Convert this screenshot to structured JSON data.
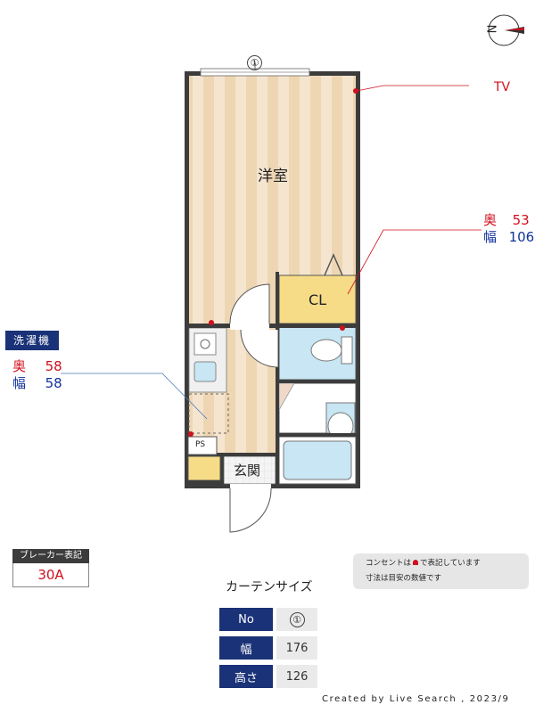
{
  "compass": {
    "label": "N",
    "icon": "compass-icon"
  },
  "window_marker": "①",
  "rooms": {
    "western": "洋室",
    "closet": "CL",
    "entrance": "玄関",
    "ps": "PS"
  },
  "tv_label": "TV",
  "closet_dims": {
    "depth_label": "奥",
    "depth_value": "53",
    "width_label": "幅",
    "width_value": "106"
  },
  "washer": {
    "title": "洗濯機",
    "depth_label": "奥",
    "depth_value": "58",
    "width_label": "幅",
    "width_value": "58"
  },
  "breaker": {
    "title": "ブレーカー表記",
    "value": "30A"
  },
  "notes": {
    "outlet_note_prefix": "コンセントは",
    "outlet_note_suffix": "で表記しています",
    "dims_note": "寸法は目安の数値です"
  },
  "curtain": {
    "title": "カーテンサイズ",
    "rows": [
      {
        "key": "No",
        "value": "①"
      },
      {
        "key": "幅",
        "value": "176"
      },
      {
        "key": "高さ",
        "value": "126"
      }
    ]
  },
  "credit": "Created by Live Search , 2023/9",
  "colors": {
    "wall": "#3c3c3c",
    "floor_stripe_light": "#f5e5cf",
    "floor_stripe_dark": "#eed6b3",
    "closet_fill": "#f6dc87",
    "bath_fill": "#c8e6f3",
    "outlet_red": "#d0101e",
    "navy": "#1a3277"
  }
}
